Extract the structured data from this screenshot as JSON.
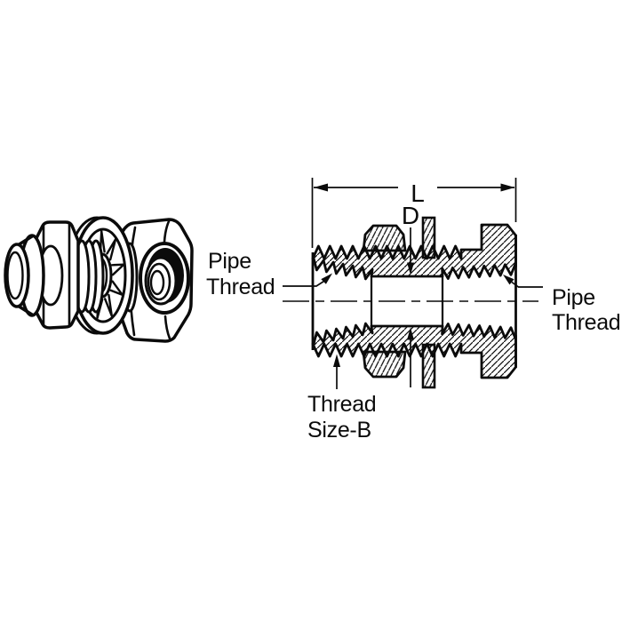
{
  "canvas": {
    "background": "#ffffff",
    "ink": "#0b0b0b"
  },
  "section_view": {
    "dimensions": {
      "length": "L",
      "bore": "D"
    },
    "callouts": {
      "left": [
        "Pipe",
        "Thread"
      ],
      "right": [
        "Pipe",
        "Thread"
      ],
      "bottom": [
        "Thread",
        "Size-B"
      ]
    }
  }
}
